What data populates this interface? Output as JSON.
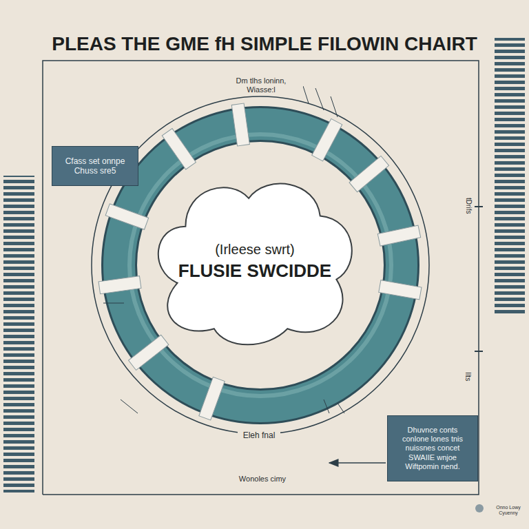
{
  "diagram": {
    "title": "PLEAS THE GME fH SIMPLE FILOWIN CHAIRT",
    "nodes": [
      {
        "text": [
          "(Irleese swrt)",
          "FLUSIE SWCIDDE"
        ]
      },
      {
        "text": [
          "Cfass set onnpe Chuss sre5"
        ]
      },
      {
        "text": [
          "Dhuvnce conts conlone lones tnis nuissnes concet SWAIIE wnjoe Wiftpomin nend."
        ]
      }
    ],
    "labels": [
      "Dm tlhs loninn, Wiasse:l",
      "Eleh fnal",
      "Wonoles cimy",
      "tDrifs",
      "Ilts",
      "Onno Lowy Cyuenny"
    ]
  }
}
